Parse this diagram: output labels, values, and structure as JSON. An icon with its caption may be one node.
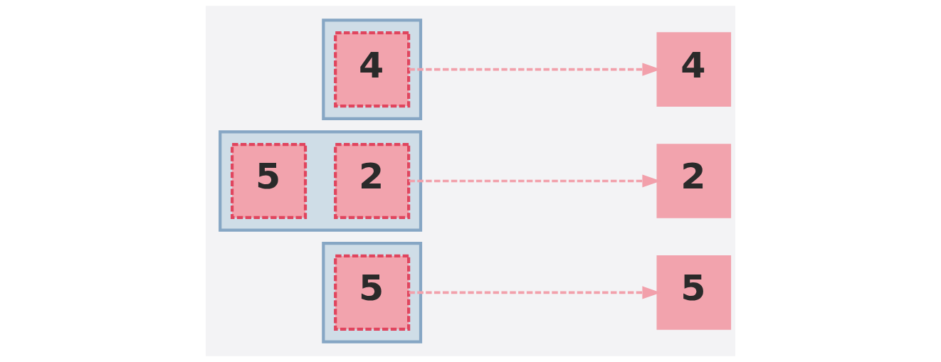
{
  "diagram": {
    "nodes": [
      {
        "text": [],
        "shape": "bar"
      },
      {
        "text": [
          "4"
        ],
        "in": 0
      },
      {
        "text": [
          "4"
        ]
      },
      {
        "text": [],
        "shape": "bar"
      },
      {
        "text": [
          "5"
        ],
        "in": 3
      },
      {
        "text": [
          "2"
        ],
        "in": 3
      },
      {
        "text": [
          "2"
        ]
      },
      {
        "text": [],
        "shape": "bar"
      },
      {
        "text": [
          "5"
        ],
        "in": 7
      },
      {
        "text": [
          "5"
        ]
      }
    ],
    "edges": [
      {
        "from": 1,
        "to": 2,
        "arrow": "to",
        "style": "dashed"
      },
      {
        "from": 5,
        "to": 6,
        "arrow": "to",
        "style": "dashed"
      },
      {
        "from": 8,
        "to": 9,
        "arrow": "to",
        "style": "dashed"
      }
    ]
  }
}
